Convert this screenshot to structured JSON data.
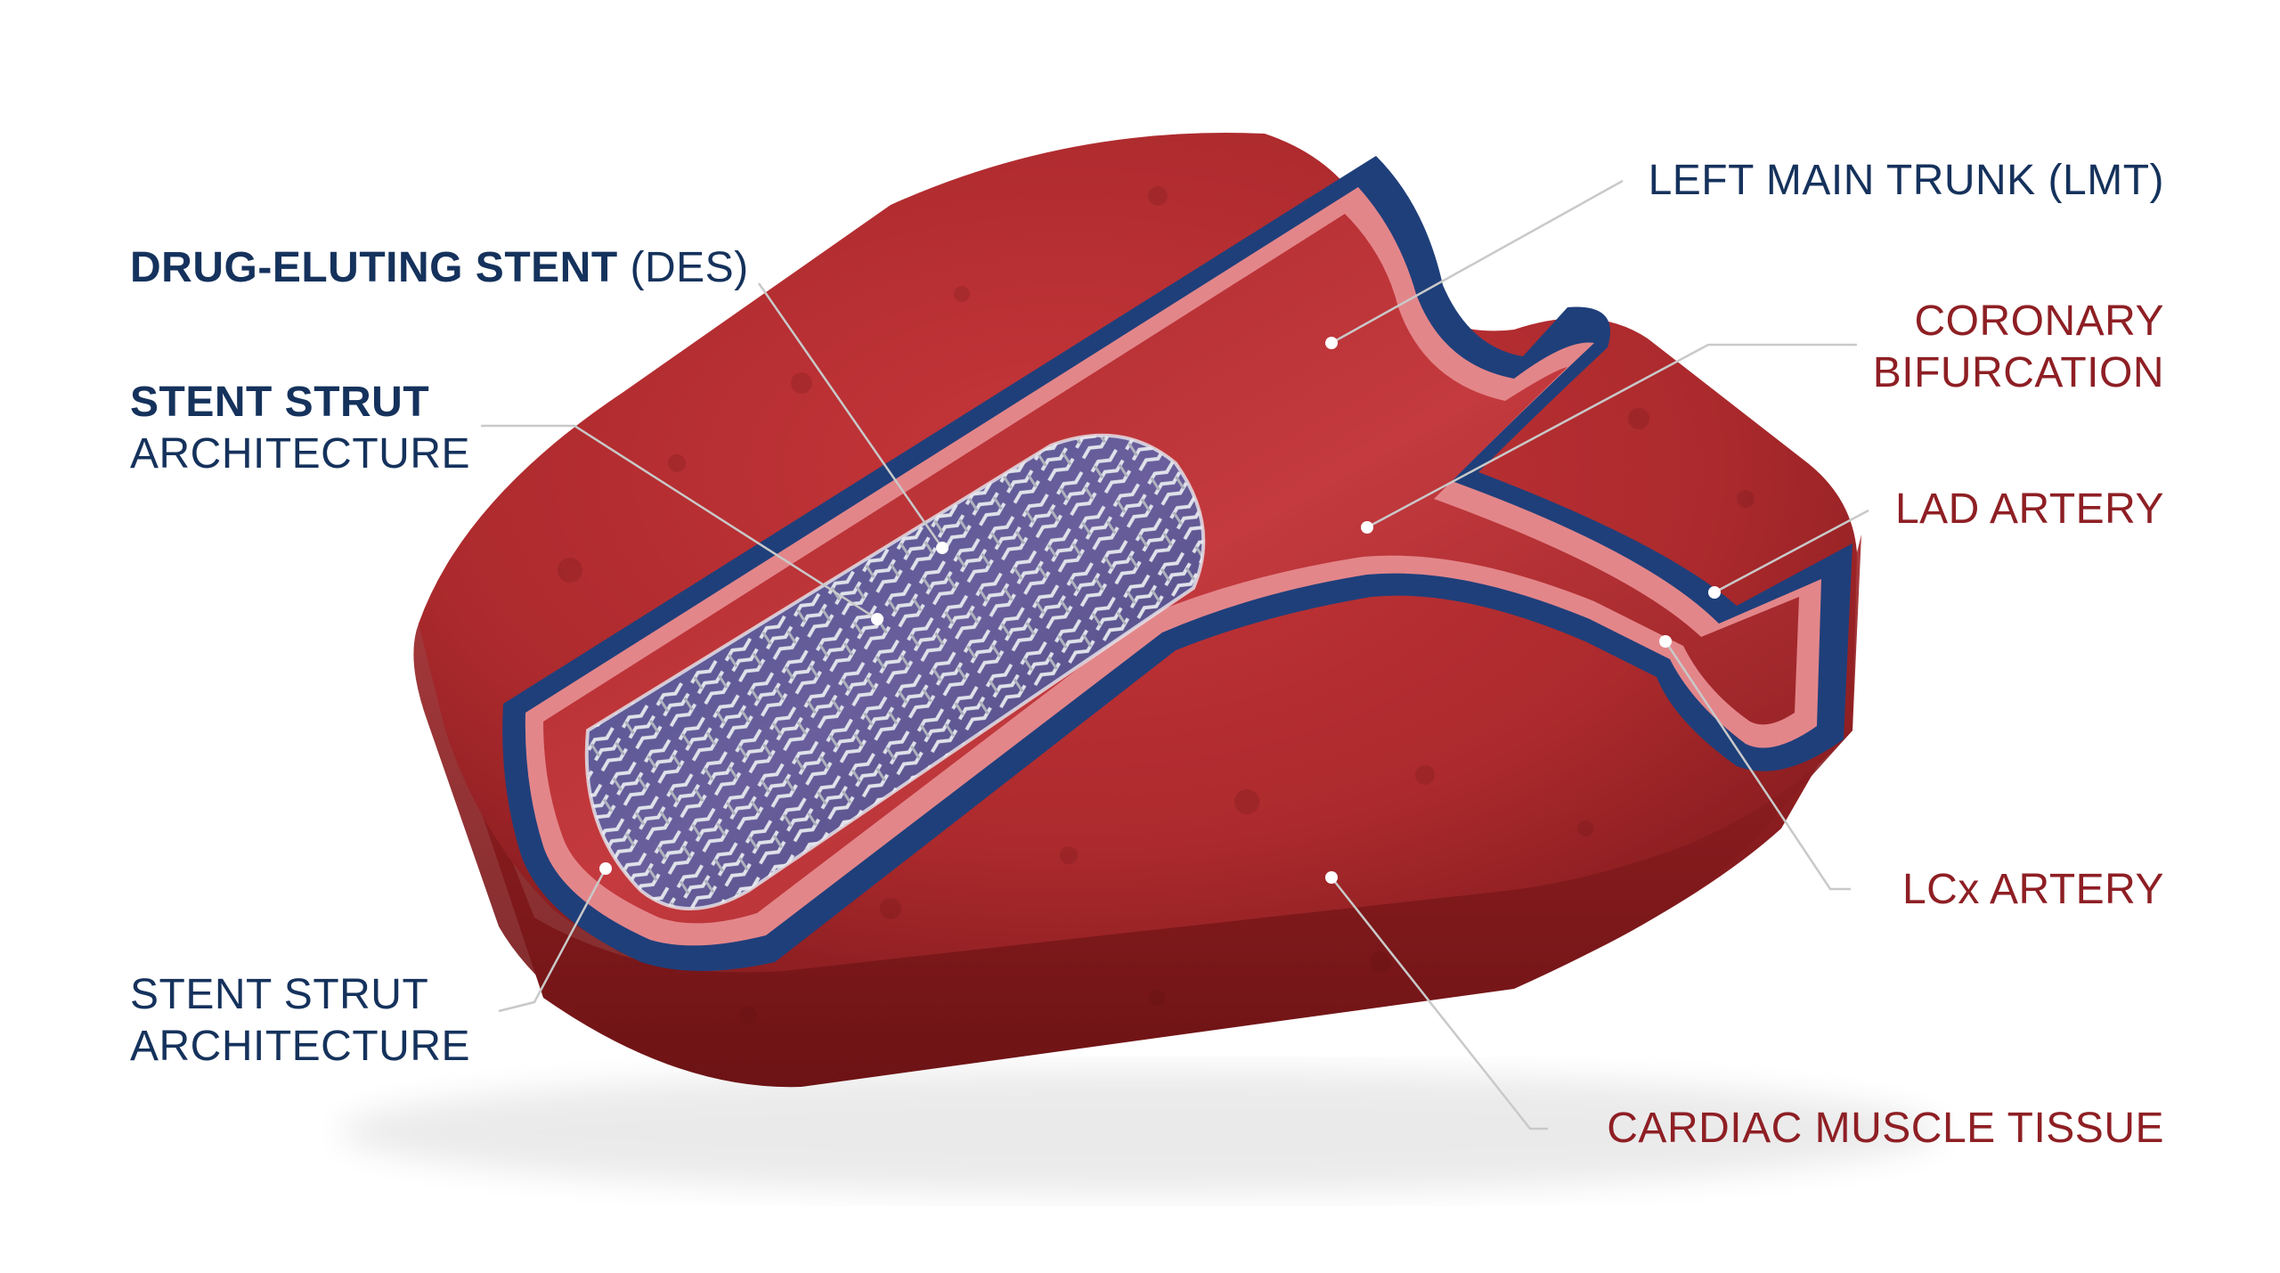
{
  "labels": {
    "des_bold": "DRUG-ELUTING STENT",
    "des_rest": " (DES)",
    "strut_top_bold": "STENT STRUT",
    "strut_top_rest": "ARCHITECTURE",
    "strut_bottom_line1": "STENT STRUT",
    "strut_bottom_line2": "ARCHITECTURE",
    "lmt": "LEFT MAIN TRUNK (LMT)",
    "bifurcation_line1": "CORONARY",
    "bifurcation_line2": "BIFURCATION",
    "lad": "LAD ARTERY",
    "lcx": "LCx ARTERY",
    "cardiac": "CARDIAC MUSCLE TISSUE"
  },
  "colors": {
    "navy_text": "#15325c",
    "red_text": "#8e1f24",
    "tissue": "#b3282c",
    "tissue_dark": "#7e1719",
    "vessel_wall": "#1f3f7a",
    "intima": "#e3868a",
    "stent_metal": "#c9ccd4"
  }
}
